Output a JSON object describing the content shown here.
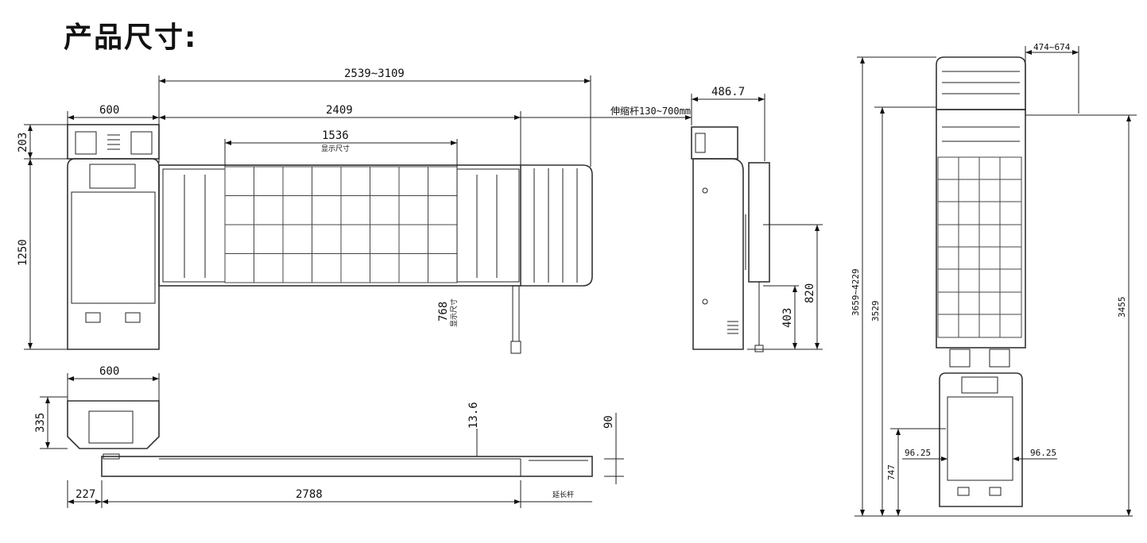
{
  "title": "产品尺寸:",
  "front_view": {
    "overall_length": "2539~3109",
    "cabinet_width": "600",
    "beam_length": "2409",
    "display_width": "1536",
    "display_label": "显示尺寸",
    "top_height": "203",
    "cabinet_height": "1250",
    "display_height": "768",
    "display_height_label": "显示尺寸",
    "telescopic_label": "伸缩杆130~700mm"
  },
  "side_view": {
    "depth": "486.7",
    "height_820": "820",
    "height_403": "403"
  },
  "top_view": {
    "cabinet_width": "600",
    "cabinet_depth": "335",
    "beam_thickness": "13.6",
    "bar_height": "90",
    "offset": "227",
    "bar_length": "2788",
    "extension_label": "延长杆"
  },
  "rear_view": {
    "arm_range": "474~674",
    "total_height": "3659~4229",
    "height_3529": "3529",
    "height_3455": "3455",
    "margin_left": "96.25",
    "margin_right": "96.25",
    "cabinet_height": "747"
  }
}
